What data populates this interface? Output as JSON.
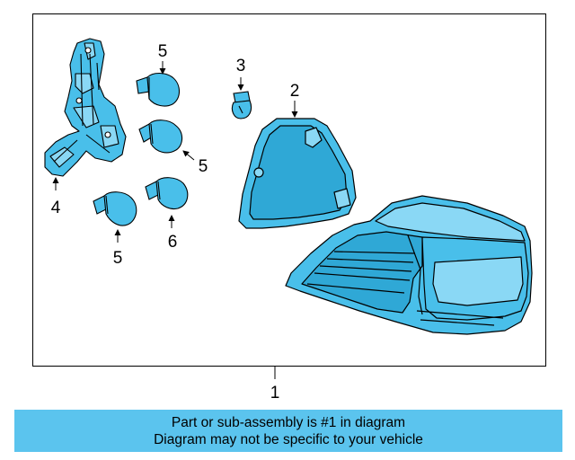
{
  "callouts": {
    "c1": "1",
    "c2": "2",
    "c3": "3",
    "c4": "4",
    "c5a": "5",
    "c5b": "5",
    "c5c": "5",
    "c6": "6"
  },
  "footer": {
    "line1": "Part or sub-assembly is #1 in diagram",
    "line2": "Diagram may not be specific to your vehicle"
  },
  "colors": {
    "part_fill": "#49bfea",
    "outline": "#000000",
    "banner": "#5bc4ee"
  },
  "parts": {
    "p1": "tail-lamp-assembly",
    "p2": "lamp-gasket",
    "p3": "wedge-bulb",
    "p4": "bulb-socket-harness",
    "p5": "bulb",
    "p6": "bulb"
  }
}
